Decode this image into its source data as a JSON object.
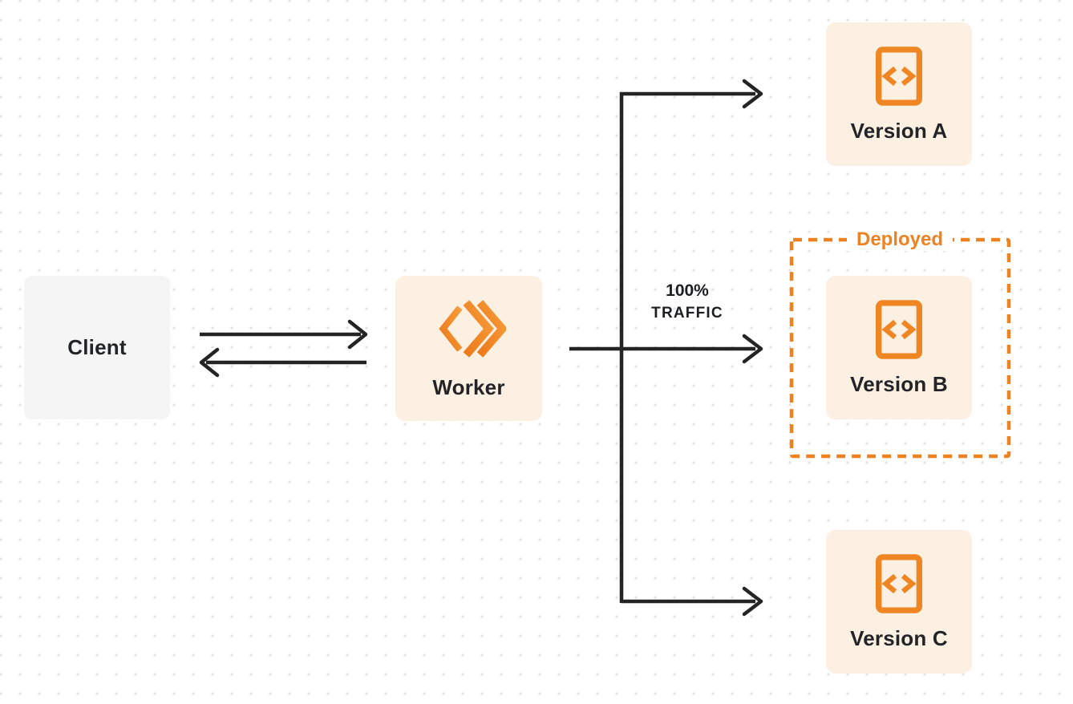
{
  "diagram": {
    "nodes": {
      "client": {
        "label": "Client"
      },
      "worker": {
        "label": "Worker",
        "icon": "cloudflare-workers-logo"
      },
      "version_a": {
        "label": "Version A",
        "icon": "code-file-icon"
      },
      "version_b": {
        "label": "Version B",
        "icon": "code-file-icon"
      },
      "version_c": {
        "label": "Version C",
        "icon": "code-file-icon"
      }
    },
    "edges": {
      "traffic_label_line1": "100%",
      "traffic_label_line2": "TRAFFIC"
    },
    "deployed_group": {
      "label": "Deployed"
    },
    "colors": {
      "accent_orange": "#ee8220",
      "node_fill_cream": "#fcf0e2",
      "client_fill_gray": "#f5f5f6",
      "arrow_dark": "#242424",
      "text_dark": "#232428",
      "dot_grid": "#e3e3e6",
      "background": "#ffffff"
    }
  }
}
